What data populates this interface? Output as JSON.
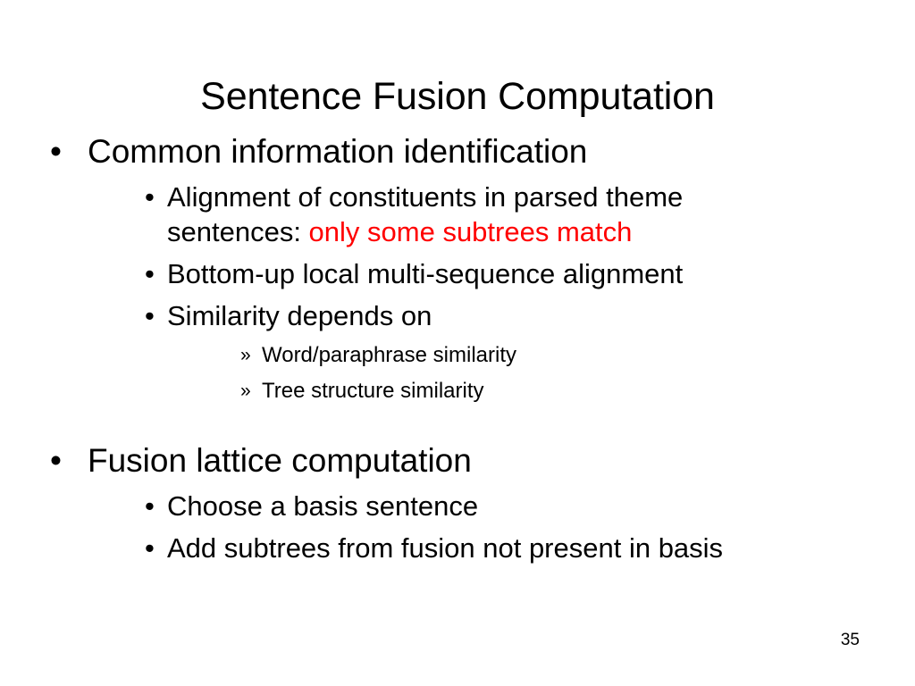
{
  "slide": {
    "title": "Sentence Fusion Computation",
    "page_number": "35",
    "background_color": "#ffffff",
    "text_color": "#000000",
    "accent_color": "#ff0000",
    "markers": {
      "level1": "•",
      "level2": "•",
      "level3": "»"
    },
    "bullets": [
      {
        "level": 1,
        "text": "Common information identification"
      },
      {
        "level": 2,
        "text_plain": "Alignment of constituents in parsed theme sentences: only some subtrees match",
        "text_before": "Alignment of constituents in parsed theme sentences: ",
        "text_highlight": "only some subtrees match"
      },
      {
        "level": 2,
        "text": "Bottom-up local multi-sequence alignment"
      },
      {
        "level": 2,
        "text": "Similarity depends on"
      },
      {
        "level": 3,
        "text": "Word/paraphrase similarity"
      },
      {
        "level": 3,
        "text": "Tree structure similarity"
      },
      {
        "level": 1,
        "text": "Fusion lattice computation"
      },
      {
        "level": 2,
        "text": "Choose a basis sentence"
      },
      {
        "level": 2,
        "text": "Add subtrees from fusion not present in basis"
      }
    ]
  }
}
